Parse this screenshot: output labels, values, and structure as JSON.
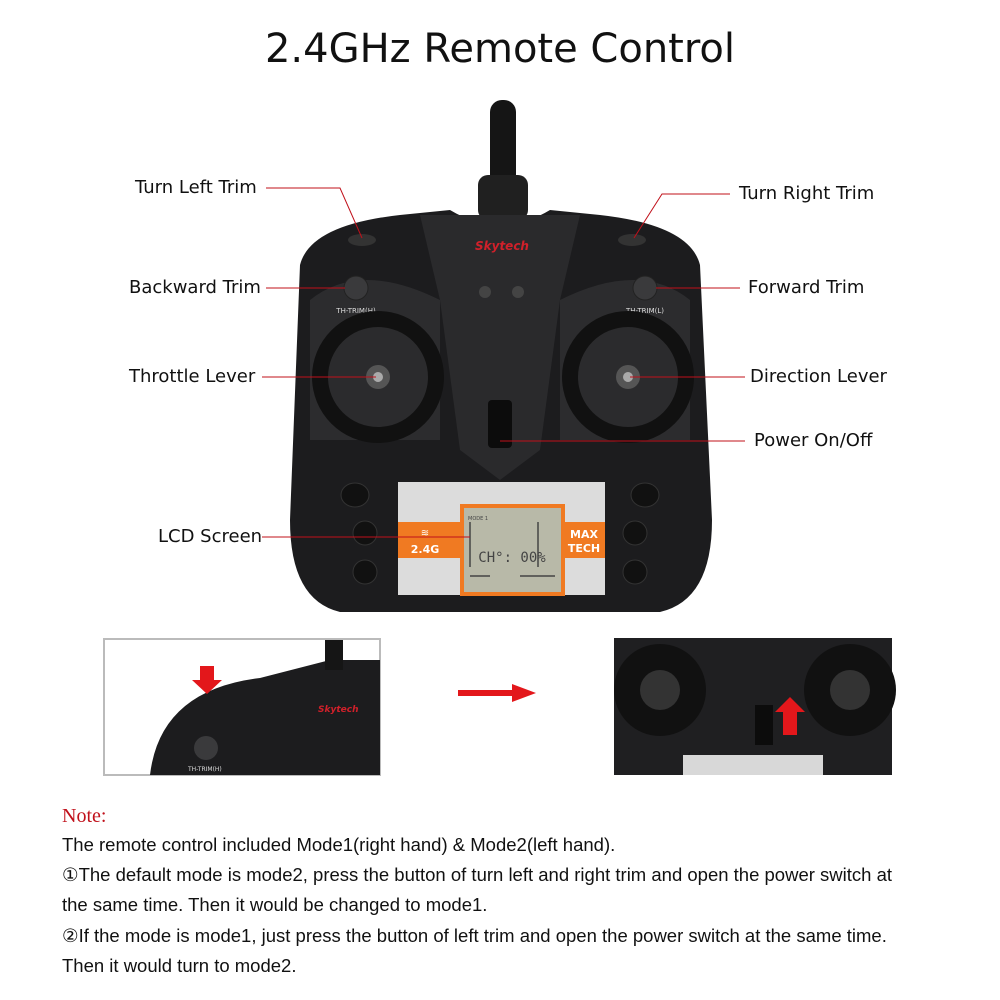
{
  "title": "2.4GHz Remote Control",
  "labels": {
    "turn_left_trim": "Turn Left Trim",
    "turn_right_trim": "Turn Right Trim",
    "backward_trim": "Backward Trim",
    "forward_trim": "Forward Trim",
    "throttle_lever": "Throttle Lever",
    "direction_lever": "Direction Lever",
    "power": "Power On/Off",
    "lcd": "LCD Screen"
  },
  "device": {
    "brand": "Skytech",
    "trim_left": "TH-TRIM(H)",
    "trim_right": "TH-TRIM(L)",
    "badge_left": "2.4G",
    "badge_right_1": "MAX",
    "badge_right_2": "TECH",
    "lcd_mode": "MODE 1",
    "lcd_text": "CH°: 00%"
  },
  "colors": {
    "leader": "#c0101a",
    "accent_orange": "#f07a22",
    "arrow_red": "#e3171b"
  },
  "note": {
    "heading": "Note:",
    "lines": [
      "The remote control included Mode1(right hand) & Mode2(left hand).",
      "①The default mode is mode2, press the button of turn left and right trim and open the power switch at",
      "the same time. Then it would be changed to mode1.",
      "②If the mode is mode1, just press the button of left trim and open the power switch at the same time.",
      "Then it would turn to mode2."
    ]
  }
}
